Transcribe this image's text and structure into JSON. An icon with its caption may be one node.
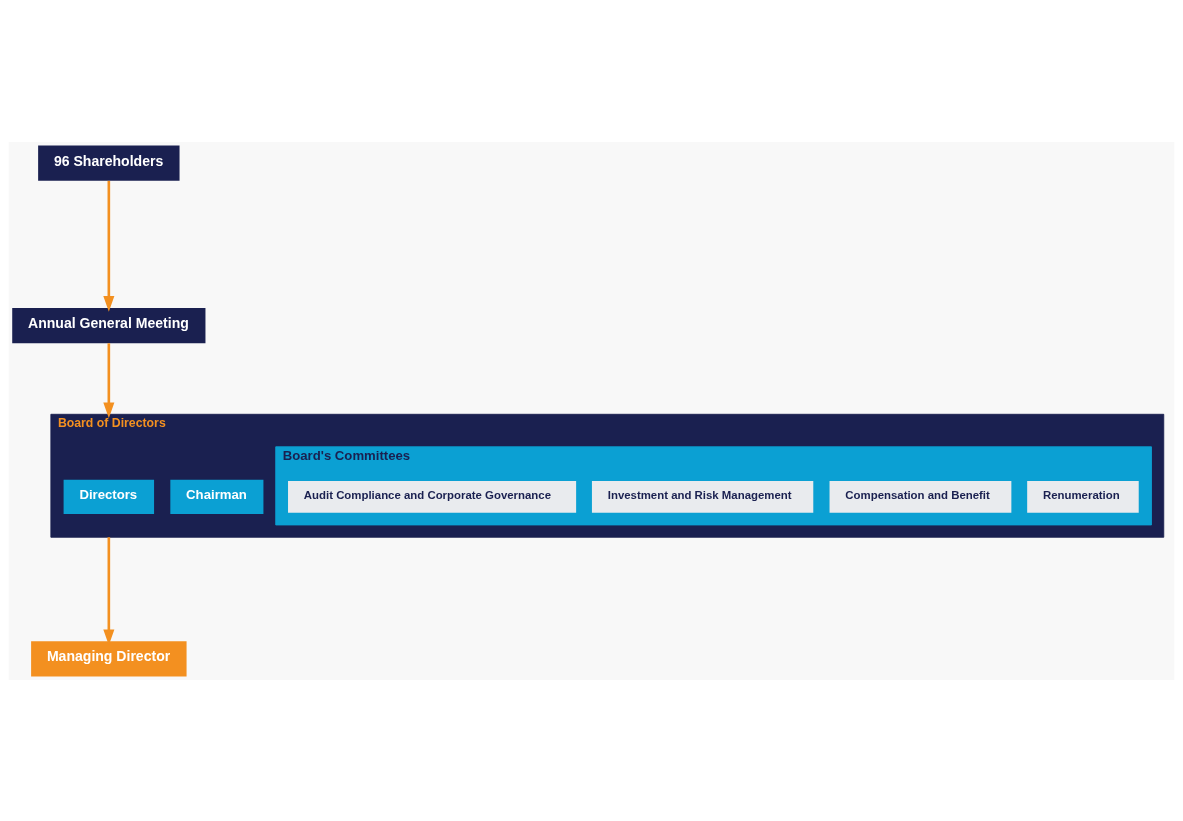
{
  "diagram": {
    "nodes": [
      {
        "text": [
          "96 Shareholders"
        ]
      },
      {
        "text": [
          "Annual General Meeting"
        ]
      },
      {
        "text": [
          "Board of Directors"
        ]
      },
      {
        "text": [
          "Chairman"
        ],
        "in": 2
      },
      {
        "text": [
          "Directors"
        ],
        "in": 2
      },
      {
        "text": [
          "Board's Committees"
        ],
        "in": 2
      },
      {
        "text": [
          "Renumeration"
        ],
        "in": 5
      },
      {
        "text": [
          "Compensation and Benefit"
        ],
        "in": 5
      },
      {
        "text": [
          "Investment and Risk Management"
        ],
        "in": 5
      },
      {
        "text": [
          "Audit Compliance and Corporate Governance"
        ],
        "in": 5
      },
      {
        "text": [
          "Managing Director"
        ]
      }
    ],
    "edges": [
      {
        "from": 0,
        "to": 1,
        "arrow": "to"
      },
      {
        "from": 1,
        "to": 2,
        "arrow": "to"
      },
      {
        "from": 2,
        "to": 10,
        "arrow": "to"
      }
    ]
  }
}
